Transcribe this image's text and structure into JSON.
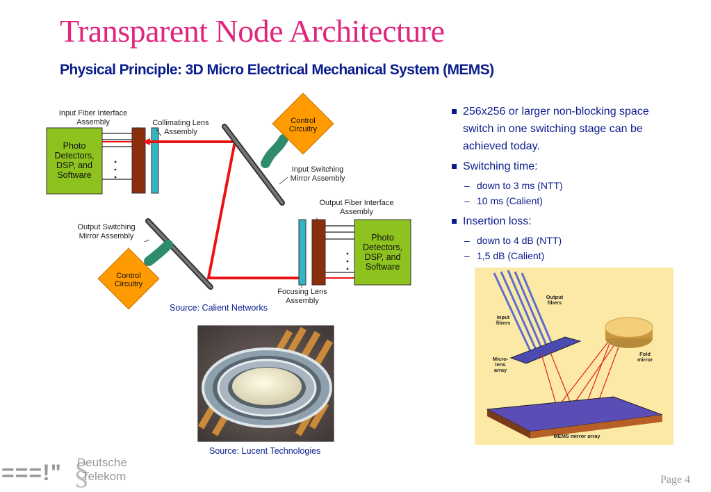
{
  "slide": {
    "title": "Transparent Node Architecture",
    "subtitle": "Physical Principle: 3D Micro Electrical Mechanical System (MEMS)",
    "page": "Page 4"
  },
  "bullets": [
    {
      "text": "256x256 or larger non-blocking space switch in one switching stage can be achieved today.",
      "subs": []
    },
    {
      "text": "Switching time:",
      "subs": [
        "down to 3 ms (NTT)",
        "10 ms (Calient)"
      ]
    },
    {
      "text": "Insertion loss:",
      "subs": [
        "down to 4 dB (NTT)",
        "1,5 dB (Calient)"
      ]
    }
  ],
  "diagram": {
    "input_fiber_label": [
      "Input Fiber Interface",
      "Assembly"
    ],
    "collimating_label": [
      "Collimating Lens",
      "Assembly"
    ],
    "control_top": [
      "Control",
      "Circuitry"
    ],
    "input_mirror_label": [
      "Input Switching",
      "Mirror Assembly"
    ],
    "output_fiber_label": [
      "Output Fiber Interface",
      "Assembly"
    ],
    "output_mirror_label": [
      "Output Switching",
      "Mirror Assembly"
    ],
    "control_bottom": [
      "Control",
      "Circuitry"
    ],
    "focusing_label": [
      "Focusing Lens",
      "Assembly"
    ],
    "photo_left": [
      "Photo",
      "Detectors,",
      "DSP, and",
      "Software"
    ],
    "photo_right": [
      "Photo",
      "Detectors,",
      "DSP, and",
      "Software"
    ],
    "source": "Source: Calient Networks"
  },
  "photo": {
    "source": "Source: Lucent Technologies"
  },
  "mems_figure": {
    "output_fibers": [
      "Output",
      "fibers"
    ],
    "input_fibers": [
      "Input",
      "fibers"
    ],
    "microlens": [
      "Micro-",
      "lens",
      "array"
    ],
    "fold_mirror": [
      "Fold",
      "mirror"
    ],
    "mirror_array": "MEMS mirror array"
  },
  "logo": {
    "marks": "===!\"",
    "line1": "Deutsche",
    "line2": "Telekom",
    "glyph": "§"
  },
  "colors": {
    "title": "#e0267c",
    "subtitle": "#0a1c8c",
    "beam": "#ee1111",
    "photo_box": "#8dc21f",
    "control": "#ff9a00"
  }
}
